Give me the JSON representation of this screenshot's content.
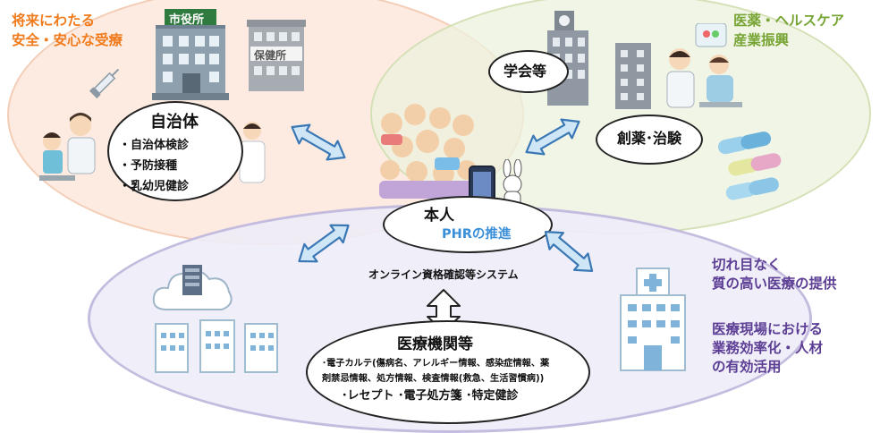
{
  "left_group": {
    "headline": [
      "将来にわたる",
      "安全・安心な受療"
    ],
    "title": "自治体",
    "items": [
      "・自治体検診",
      "・予防接種",
      "・乳幼児健診"
    ],
    "city_hall_sign": "市役所",
    "health_center_sign": "保健所"
  },
  "right_group": {
    "headline": [
      "医薬・ヘルスケア",
      "産業振興"
    ],
    "society_label": "学会等",
    "drug_label": "創薬･治験"
  },
  "center": {
    "person_label": "本人",
    "phr_label": "PHRの推進",
    "system_label": "オンライン資格確認等システム"
  },
  "bottom_group": {
    "title": "医療機関等",
    "line1": "･電子カルテ(傷病名、アレルギー情報、感染症情報、薬",
    "line2": "剤禁忌情報、処方情報、検査情報(救急、生活習慣病))",
    "line3": "･レセプト ･電子処方箋 ･特定健診",
    "right_text_1": [
      "切れ目なく",
      "質の高い医療の提供"
    ],
    "right_text_2": [
      "医療現場における",
      "業務効率化・人材",
      "の有効活用"
    ]
  },
  "colors": {
    "left_headline": "#f07b1c",
    "right_headline": "#77a535",
    "bottom_text": "#5c3f94",
    "phr": "#3b8fd8",
    "arrow_fill": "#cfe6f7",
    "arrow_stroke": "#3a78b5"
  },
  "icons": [
    "syringe-icon",
    "pill-capsule-icon",
    "cloud-server-icon",
    "smartphone-icon",
    "rabbit-mascot-icon"
  ]
}
